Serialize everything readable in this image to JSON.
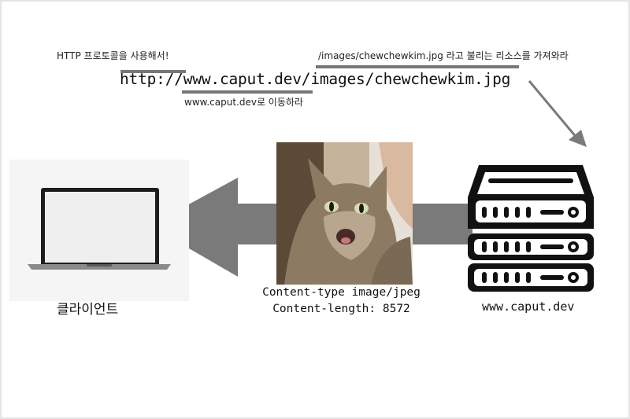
{
  "notes": {
    "protocol": "HTTP 프로토콜을 사용해서!",
    "resource": "/images/chewchewkim.jpg 라고 불리는 리소스를 가져와라",
    "host": "www.caput.dev로 이동하라"
  },
  "url": {
    "full": "http://www.caput.dev/images/chewchewkim.jpg"
  },
  "client": {
    "label": "클라이언트",
    "icon": "laptop-icon"
  },
  "server": {
    "label": "www.caput.dev",
    "icon": "server-icon"
  },
  "response": {
    "image_subject": "cat-photo",
    "content_type": "Content-type image/jpeg",
    "content_length": "Content-length: 8572"
  },
  "colors": {
    "arrow": "#7a7a7a",
    "underline": "#777777",
    "server": "#111111"
  }
}
